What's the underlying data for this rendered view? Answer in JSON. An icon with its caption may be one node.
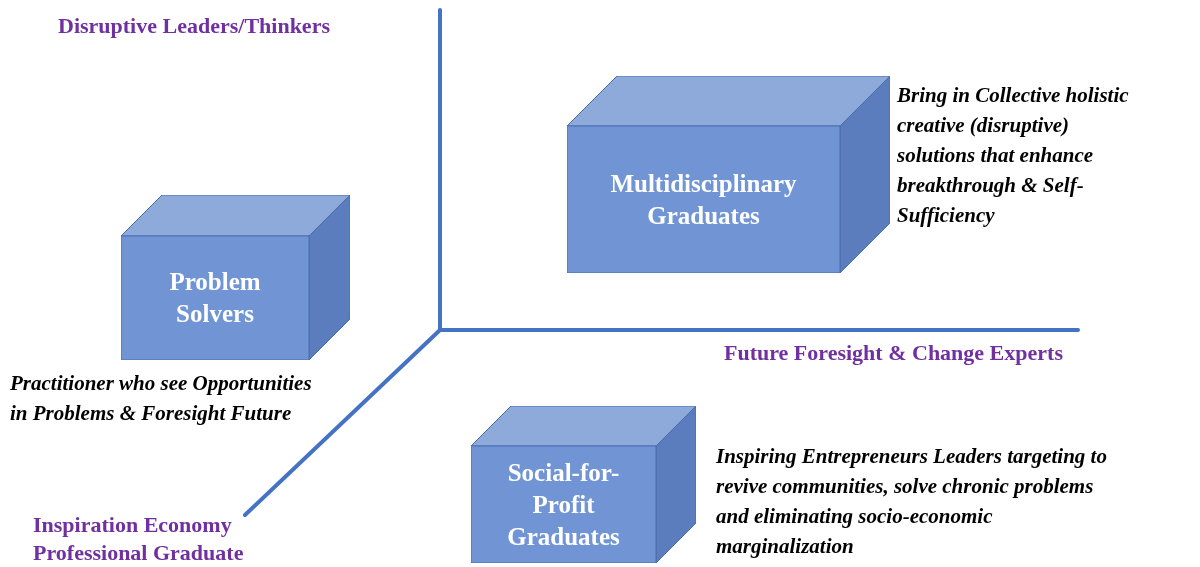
{
  "diagram": {
    "nodes": [
      {
        "text": [
          "Multidisciplinary Graduates"
        ],
        "beside": [
          "Bring in Collective holistic creative (disruptive) solutions that enhance breakthrough & Self-Sufficiency"
        ]
      },
      {
        "text": [
          "Problem Solvers"
        ],
        "beside": [
          "Practitioner who see Opportunities in Problems & Foresight Future"
        ]
      },
      {
        "text": [
          "Social-for-Profit Graduates"
        ],
        "beside": [
          "Inspiring Entrepreneurs Leaders targeting to revive communities, solve chronic problems and eliminating socio-economic marginalization"
        ]
      }
    ],
    "edges": [],
    "labels": [
      "Disruptive Leaders/Thinkers",
      "Future Foresight & Change Experts",
      "Inspiration Economy Professional Graduate"
    ]
  }
}
